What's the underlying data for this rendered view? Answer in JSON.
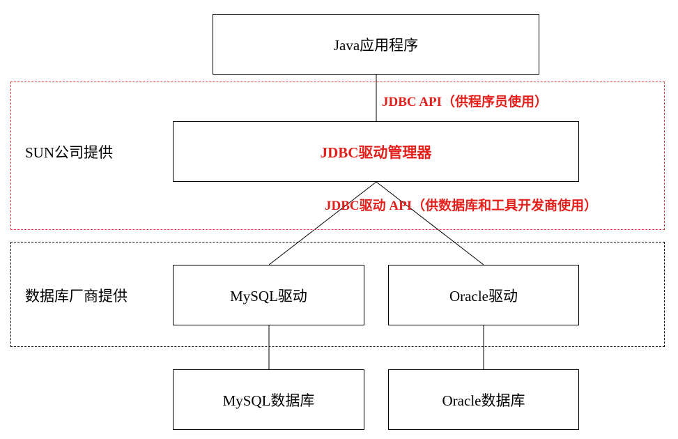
{
  "diagram": {
    "top_app": "Java应用程序",
    "jdbc_api_label": "JDBC API（供程序员使用）",
    "sun_group_label": "SUN公司提供",
    "driver_manager": "JDBC驱动管理器",
    "driver_api_label": "JDBC驱动 API（供数据库和工具开发商使用）",
    "vendor_group_label": "数据库厂商提供",
    "mysql_driver": "MySQL驱动",
    "oracle_driver": "Oracle驱动",
    "mysql_db": "MySQL数据库",
    "oracle_db": "Oracle数据库"
  },
  "colors": {
    "accent_red": "#e3201b",
    "sun_border": "#e23a3a",
    "line": "#000000"
  }
}
